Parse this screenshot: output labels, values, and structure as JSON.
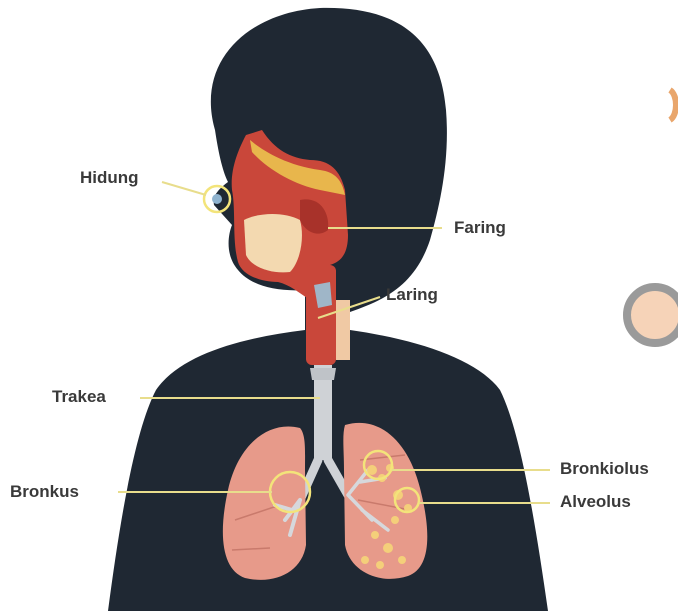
{
  "labels": {
    "hidung": "Hidung",
    "faring": "Faring",
    "laring": "Laring",
    "trakea": "Trakea",
    "bronkus": "Bronkus",
    "bronkiolus": "Bronkiolus",
    "alveolus": "Alveolus"
  },
  "colors": {
    "silhouette": "#1f2833",
    "lung": "#e79a8a",
    "trachea": "#cfd2d6",
    "airway": "#c9473a",
    "leader_line": "#e8dd8c",
    "highlight_ring": "#f3e47a",
    "text": "#3a3a3a"
  }
}
